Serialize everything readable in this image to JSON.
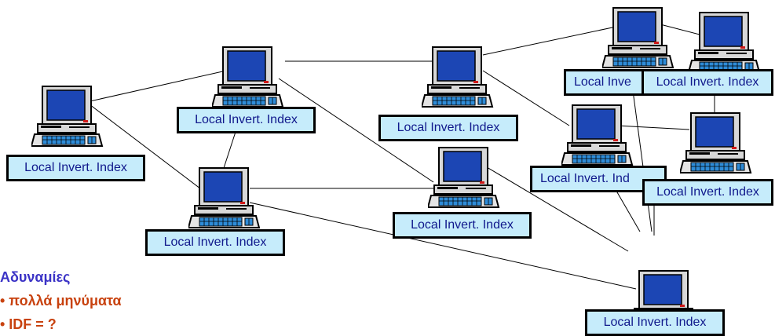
{
  "diagram": {
    "node_label": "Local Invert. Index",
    "truncated_label": "Local Inve",
    "truncated_label_2": "Local Invert. Ind",
    "colors": {
      "screen": "#1c46b4",
      "label_bg": "#c6ecfb",
      "label_text": "#10188c",
      "heading": "#3b33c6",
      "bullets": "#c8420f"
    }
  },
  "notes": {
    "heading": "Αδυναμίες",
    "bullet_1": "• πολλά μηνύματα",
    "bullet_2": "• IDF = ?"
  }
}
